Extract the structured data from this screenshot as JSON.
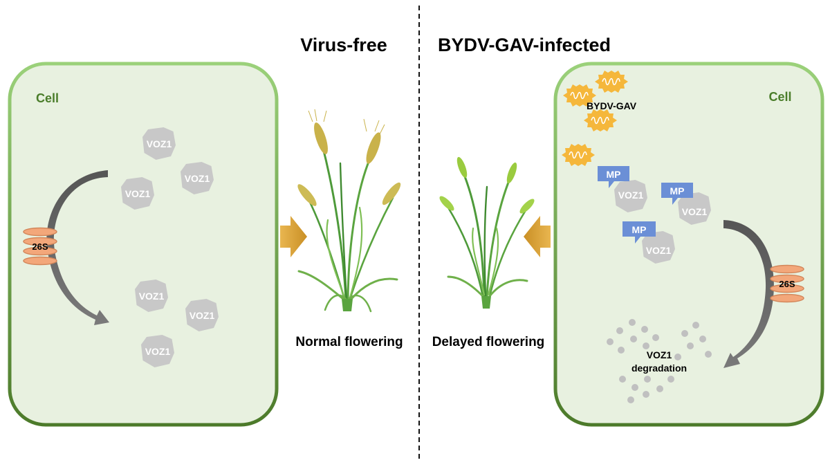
{
  "headings": {
    "left": "Virus-free",
    "right": "BYDV-GAV-infected"
  },
  "captions": {
    "left": "Normal flowering",
    "right": "Delayed flowering"
  },
  "left_cell": {
    "title": "Cell",
    "proteasome": "26S",
    "proteins_top": [
      "VOZ1",
      "VOZ1",
      "VOZ1"
    ],
    "proteins_bottom": [
      "VOZ1",
      "VOZ1",
      "VOZ1"
    ]
  },
  "right_cell": {
    "title": "Cell",
    "virus": "BYDV-GAV",
    "proteasome": "26S",
    "complexes": [
      {
        "protein": "VOZ1",
        "partner": "MP"
      },
      {
        "protein": "VOZ1",
        "partner": "MP"
      },
      {
        "protein": "VOZ1",
        "partner": "MP"
      }
    ],
    "degradation": [
      "VOZ1",
      "degradation"
    ]
  },
  "colors": {
    "cell_fill": "#e8f1e0",
    "cell_border_top": "#9bd17a",
    "cell_border_bottom": "#4c7a2a",
    "protein": "#c8c8c8",
    "mp": "#6b8fd6",
    "proteasome": "#f3a77a",
    "virus": "#f5b73b",
    "arrow": "#606060",
    "block_arrow": "#d9a23a"
  },
  "icons": [
    "tall-wheat-plant-icon",
    "short-wheat-plant-icon",
    "virus-particle-icon",
    "proteasome-26s-icon"
  ]
}
